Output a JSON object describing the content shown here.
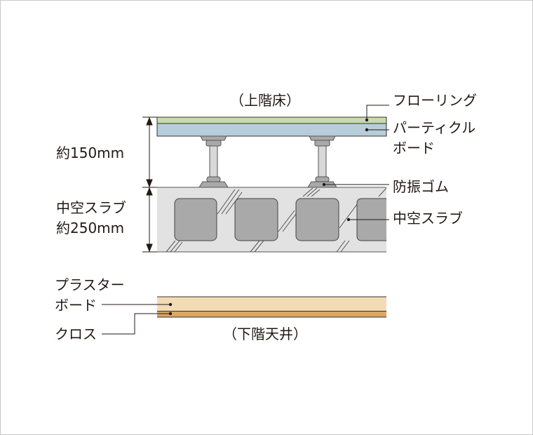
{
  "upper_floor_label": "（上階床）",
  "lower_ceiling_label": "（下階天井）",
  "dimensions": {
    "floor_height": "約150mm",
    "slab_name": "中空スラブ",
    "slab_thickness": "約250mm"
  },
  "right_labels": {
    "flooring": "フローリング",
    "particle_board_1": "パーティクル",
    "particle_board_2": "ボード",
    "rubber": "防振ゴム",
    "hollow_slab": "中空スラブ"
  },
  "left_labels": {
    "plaster_1": "プラスター",
    "plaster_2": "ボード",
    "cloth": "クロス"
  },
  "colors": {
    "flooring": "#c8dba9",
    "particle_board": "#b7cdd9",
    "slab": "#e2e2e2",
    "void": "#a9a9a9",
    "plaster": "#f3dcb5",
    "cloth": "#dba766"
  }
}
